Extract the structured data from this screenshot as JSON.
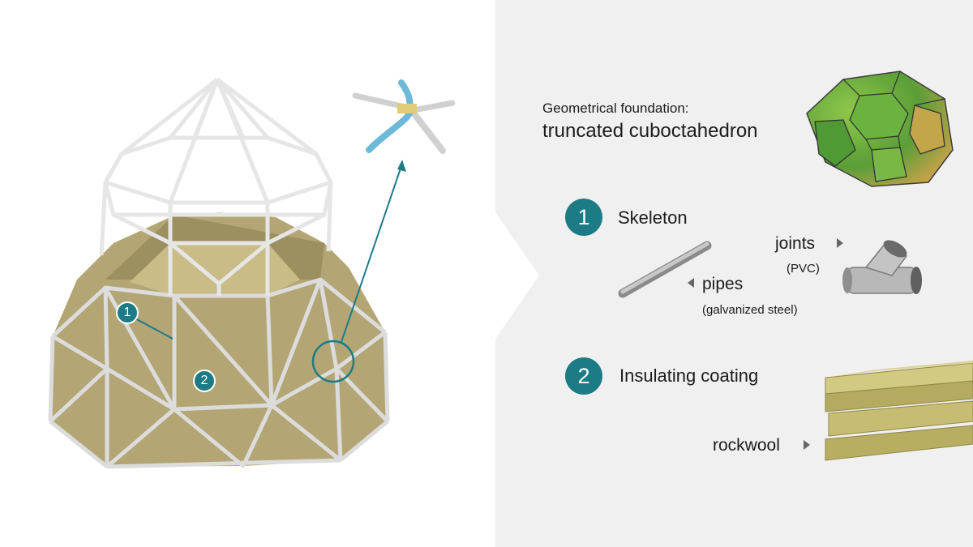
{
  "foundation": {
    "caption": "Geometrical foundation:",
    "shape_name": "truncated cuboctahedron"
  },
  "skeleton": {
    "number": "1",
    "title": "Skeleton",
    "joints_label": "joints",
    "joints_material": "(PVC)",
    "pipes_label": "pipes",
    "pipes_material": "(galvanized steel)"
  },
  "coating": {
    "number": "2",
    "title": "Insulating coating",
    "material_label": "rockwool"
  },
  "markers": {
    "skeleton": "1",
    "coating": "2"
  },
  "colors": {
    "accent": "#1d7b86",
    "panel_fill": "#b3a674",
    "frame": "#dcdcdc",
    "right_panel_bg": "#f0f0f0",
    "joint_blue": "#6cb9d9",
    "rockwool": "#c7bd72",
    "polyhedron_green": "#6aae3f"
  },
  "icons": [
    "right-pointer-icon",
    "left-pointer-icon",
    "pipe-icon",
    "pvc-joint-icon",
    "rockwool-slab-icon",
    "polyhedron-icon"
  ]
}
